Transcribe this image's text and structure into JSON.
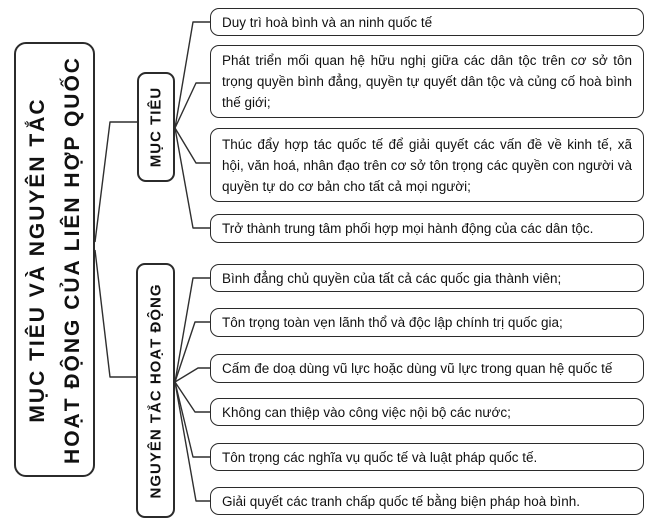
{
  "diagram": {
    "title_line1": "MỤC TIÊU VÀ NGUYÊN TẮC",
    "title_line2": "HOẠT ĐỘNG CỦA LIÊN HỢP QUỐC",
    "groups": [
      {
        "label": "MỤC TIÊU",
        "items": [
          "Duy trì hoà bình và an ninh quốc tế",
          "Phát triển mối quan hệ hữu nghị giữa các dân tộc trên cơ sở tôn trọng quyền bình đẳng, quyền tự quyết dân tộc và củng cố hoà bình thế giới;",
          "Thúc đẩy hợp tác quốc tế để giải quyết các vấn đề về kinh tế, xã hội, văn hoá, nhân đạo trên cơ sở tôn trọng các quyền con người và quyền tự do cơ bản cho tất cả mọi người;",
          "Trở thành trung tâm phối hợp mọi hành động của các dân tộc."
        ]
      },
      {
        "label": "NGUYÊN TẮC HOẠT ĐỘNG",
        "items": [
          "Bình đẳng chủ quyền của tất cả các quốc gia thành viên;",
          "Tôn trọng toàn vẹn lãnh thổ và độc lập chính trị quốc gia;",
          "Cấm đe doạ dùng vũ lực hoặc dùng vũ lực trong quan hệ quốc tế",
          "Không can thiệp vào công việc nội bộ các nước;",
          "Tôn trọng các nghĩa vụ quốc tế và luật pháp quốc tế.",
          "Giải quyết các tranh chấp quốc tế bằng biện pháp hoà bình."
        ]
      }
    ],
    "colors": {
      "border": "#2b2b2b",
      "text": "#111111",
      "background": "#ffffff"
    }
  }
}
